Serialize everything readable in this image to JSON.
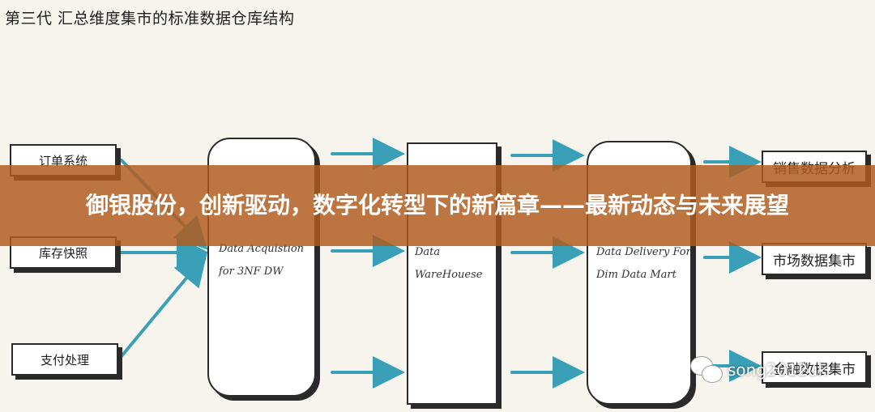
{
  "diagram": {
    "title": "第三代 汇总维度集市的标准数据仓库结构",
    "sources": [
      "订单系统",
      "库存快照",
      "支付处理"
    ],
    "stages": [
      {
        "label": "Data Acquistion\nfor 3NF DW"
      },
      {
        "label": "Data\nWareHouese"
      },
      {
        "label": "Data Delivery For\nDim Data Mart"
      }
    ],
    "marts": [
      "销售数据分析",
      "市场数据集市",
      "金融数据集市"
    ],
    "arrow_color": "#3aa0b8"
  },
  "banner": {
    "headline": "御银股份，创新驱动，数字化转型下的新篇章——最新动态与未来展望"
  },
  "watermark": {
    "text": "song2012uk"
  }
}
